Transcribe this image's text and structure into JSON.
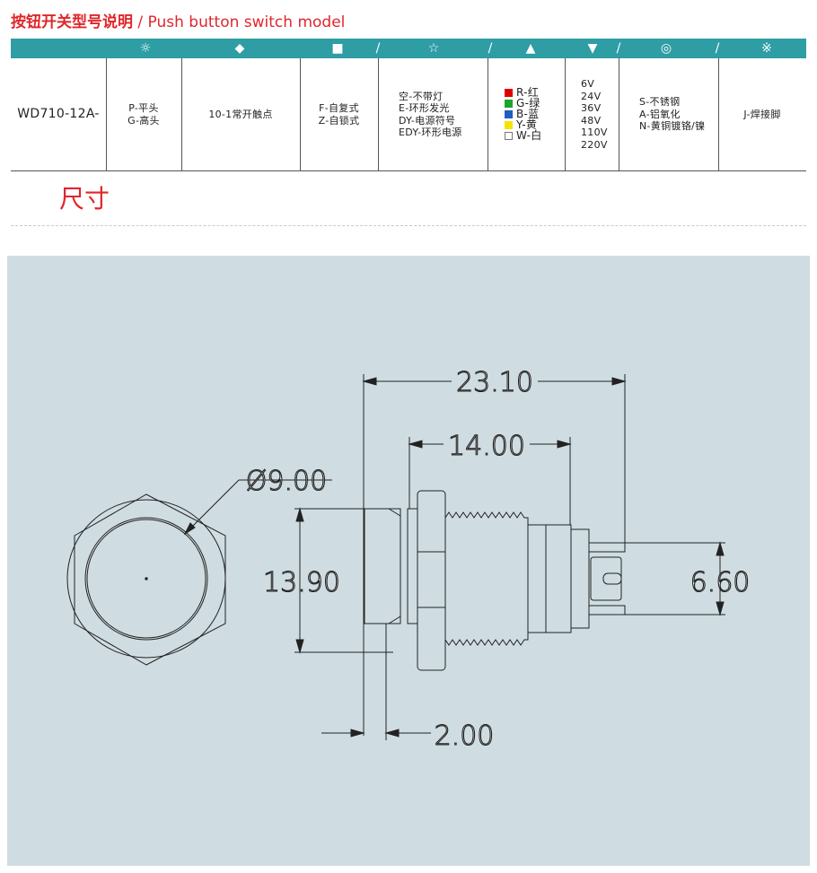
{
  "header": {
    "title_cn": "按钮开关型号说明",
    "separator": "/",
    "title_en": "Push button switch model",
    "section_title": "尺寸"
  },
  "table": {
    "symbols": [
      "☼",
      "◆",
      "■",
      "/",
      "☆",
      "/",
      "▲",
      "▼",
      "/",
      "◎",
      "/",
      "※"
    ],
    "model": "WD710-12A-",
    "head_type": [
      "P-平头",
      "G-高头"
    ],
    "contact": "10-1常开触点",
    "reset": [
      "F-自复式",
      "Z-自锁式"
    ],
    "lamp": [
      "空-不带灯",
      "E-环形发光",
      "DY-电源符号",
      "EDY-环形电源"
    ],
    "colors": [
      {
        "label": "R-红",
        "color": "#e00000"
      },
      {
        "label": "G-绿",
        "color": "#1aa52e"
      },
      {
        "label": "B-蓝",
        "color": "#1f5fbf"
      },
      {
        "label": "Y-黄",
        "color": "#f5e300"
      },
      {
        "label": "W-白",
        "color": "#ffffff"
      }
    ],
    "voltages": [
      "6V",
      "24V",
      "36V",
      "48V",
      "110V",
      "220V"
    ],
    "materials": [
      "S-不锈钢",
      "A-铝氧化",
      "N-黄铜镀铬/镍"
    ],
    "terminal": "J-焊接脚"
  },
  "dimensions": {
    "overall_length": "23.10",
    "thread_length": "14.00",
    "head_diameter": "Ø9.00",
    "body_height": "13.90",
    "terminal_spacing": "6.60",
    "flange_thickness": "2.00"
  }
}
